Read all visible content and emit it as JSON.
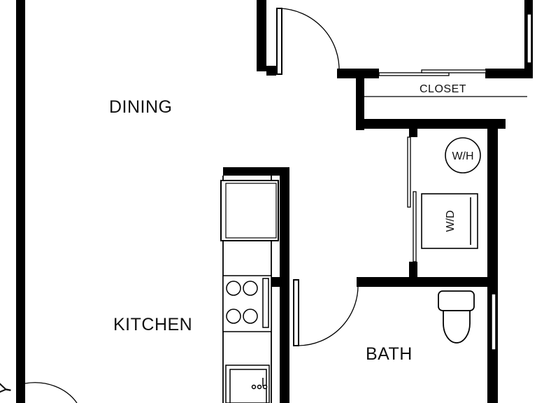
{
  "rooms": {
    "dining": "DINING",
    "kitchen": "KITCHEN",
    "bath": "BATH",
    "closet": "CLOSET",
    "partial_left": "Y"
  },
  "fixtures": {
    "water_heater": "W/H",
    "washer_dryer": "W/D"
  },
  "colors": {
    "wall": "#000000",
    "background": "#ffffff"
  }
}
